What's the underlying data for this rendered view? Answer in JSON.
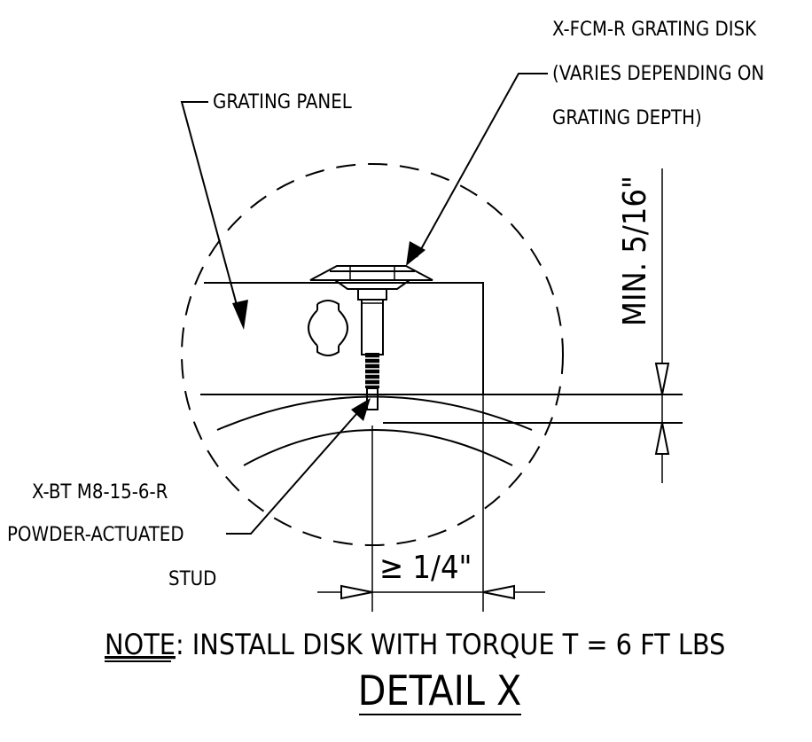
{
  "labels": {
    "disk_line1": "X-FCM-R GRATING DISK",
    "disk_line2": "(VARIES DEPENDING ON",
    "disk_line3": "GRATING DEPTH)",
    "panel": "GRATING PANEL",
    "stud_line1": "X-BT M8-15-6-R",
    "stud_line2": "POWDER-ACTUATED",
    "stud_line3": "STUD"
  },
  "dimensions": {
    "vertical": "MIN. 5/16\"",
    "horizontal": "≥ 1/4\""
  },
  "note": {
    "prefix": "NOTE",
    "text": ": INSTALL DISK WITH TORQUE T = 6 FT LBS"
  },
  "title": "DETAIL X"
}
